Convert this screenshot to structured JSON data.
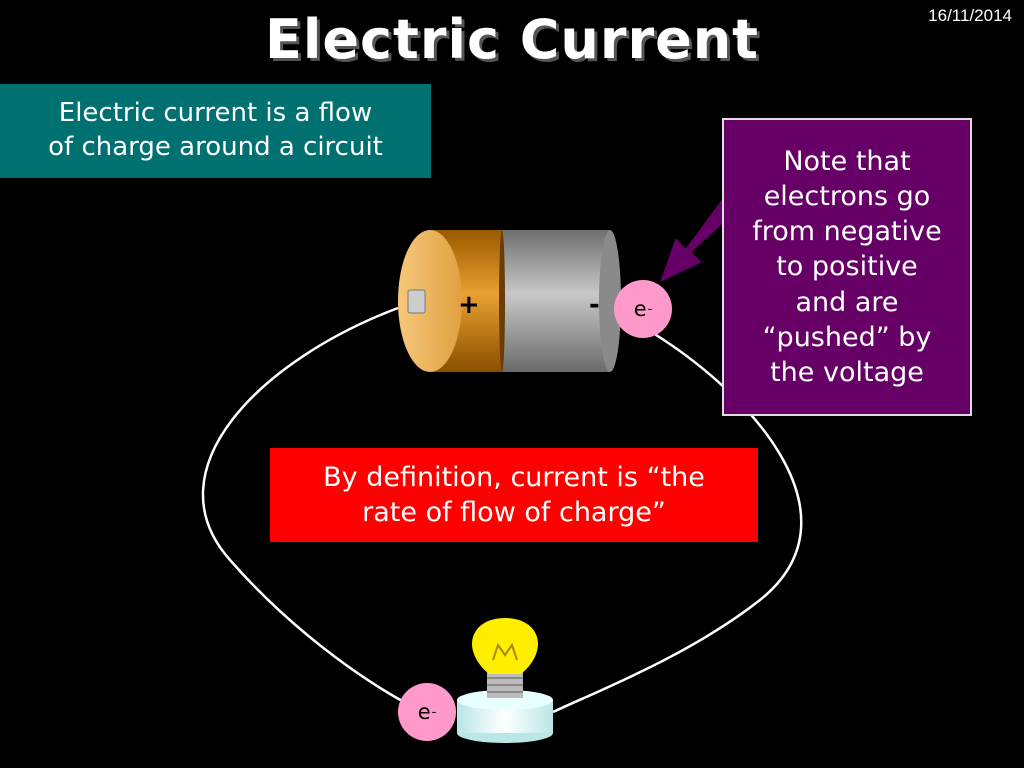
{
  "slide": {
    "title": "Electric Current",
    "date": "16/11/2014"
  },
  "boxes": {
    "definition": [
      "Electric current is a flow",
      "of charge around a circuit"
    ],
    "note": [
      "Note that",
      "electrons go",
      "from negative",
      "to positive",
      "and are",
      "“pushed” by",
      "the voltage"
    ],
    "rate": [
      "By definition, current is “the",
      "rate of flow of charge”"
    ]
  },
  "battery": {
    "plus": "+",
    "minus": "-"
  },
  "electron": {
    "symbol": "e",
    "charge": "-"
  },
  "colors": {
    "background": "#000000",
    "teal_box": "#007070",
    "purple_box": "#660066",
    "red_box": "#ff0000",
    "electron": "#ff99cc",
    "battery_orange": "#d98a16",
    "battery_gray": "#9a9a9a",
    "bulb_yellow": "#ffee00",
    "bulb_base": "#e0ffff"
  },
  "icons": [
    "battery-icon",
    "light-bulb-icon",
    "arrow-icon"
  ]
}
